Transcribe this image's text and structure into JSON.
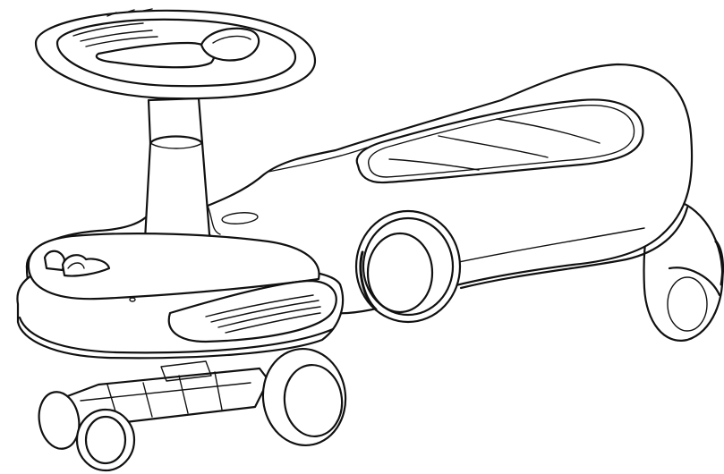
{
  "illustration": {
    "subject": "swing-car-ride-on-toy",
    "style": "black line art on white background",
    "colors": {
      "background": "#ffffff",
      "line": "#111111"
    },
    "parts": [
      "steering-wheel",
      "steering-column",
      "body-chassis",
      "seat",
      "footrest",
      "front-caster-wheels",
      "rear-wheel-left",
      "rear-wheel-right",
      "front-fork-frame"
    ]
  }
}
